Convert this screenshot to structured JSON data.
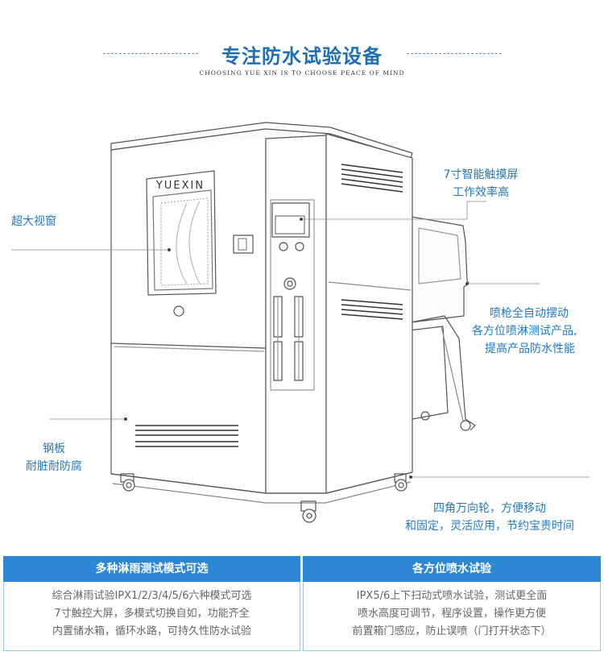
{
  "header": {
    "title": "专注防水试验设备",
    "subtitle": "CHOOSING YUE XIN IS TO CHOOSE PEACE OF MIND"
  },
  "machine": {
    "brand_label": "YUEXIN"
  },
  "callouts": {
    "window": "超大视窗",
    "touchscreen": [
      "7寸智能触摸屏",
      "工作效率高"
    ],
    "nozzle": [
      "喷枪全自动摆动",
      "各方位喷淋测试产品,",
      "提高产品防水性能"
    ],
    "steel": [
      "钢板",
      "耐脏耐防腐"
    ],
    "casters": [
      "四角万向轮，方便移动",
      "和固定，灵活应用，节约宝贵时间"
    ]
  },
  "features": {
    "left": {
      "heading": "多种淋雨测试模式可选",
      "lines": [
        "综合淋雨试验IPX1/2/3/4/5/6六种模式可选",
        "7寸触控大屏，多模式切换自如，功能齐全",
        "内置储水箱，循环水路，可持久性防水试验"
      ]
    },
    "right": {
      "heading": "各方位喷水试验",
      "lines": [
        "IPX5/6上下扫动式喷水试验，测试更全面",
        "喷水高度可调节，程序设置，操作更方便",
        "前置箱门感应，防止误喷（门打开状态下）"
      ]
    }
  },
  "colors": {
    "accent": "#1f7ac8",
    "header_bg": "#2d86d6"
  }
}
